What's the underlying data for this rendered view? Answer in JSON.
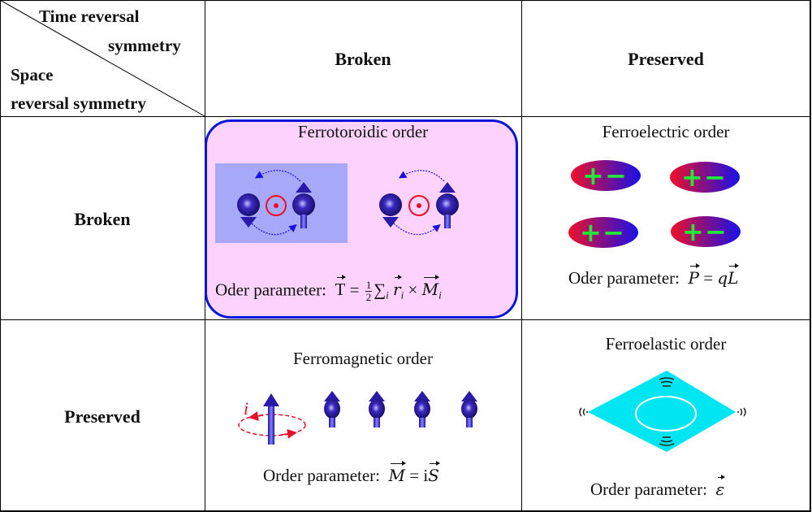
{
  "corner_header": {
    "time_line1": "Time reversal",
    "time_line2": "symmetry",
    "space_line1": "Space",
    "space_line2": "reversal symmetry"
  },
  "column_headers": [
    "Broken",
    "Preserved"
  ],
  "row_headers": [
    "Broken",
    "Preserved"
  ],
  "cells": {
    "ferrotoroidic": {
      "title": "Ferrotoroidic order",
      "op_label": "Oder parameter:",
      "op_symbol": "T",
      "op_eq": "=",
      "op_frac_num": "1",
      "op_frac_den": "2",
      "op_sum": "∑",
      "op_sum_sub": "i",
      "op_r": "r",
      "op_r_sub": "i",
      "op_times": "×",
      "op_m": "M",
      "op_m_sub": "i"
    },
    "ferroelectric": {
      "title": "Ferroelectric order",
      "op_label": "Oder parameter:",
      "op_p": "P",
      "op_eq": "=",
      "op_q": "q",
      "op_l": "L",
      "plus": "+",
      "minus": "−"
    },
    "ferromagnetic": {
      "title": "Ferromagnetic order",
      "op_label": "Order parameter:",
      "op_m": "M",
      "op_eq": "=",
      "op_i": "i",
      "op_s": "S",
      "current_label": "i"
    },
    "ferroelastic": {
      "title": "Ferroelastic order",
      "op_label": "Order parameter:",
      "op_eps": "ε"
    }
  },
  "colors": {
    "highlight_border": "#0a14d8",
    "highlight_fill": "#fdd3fd",
    "spin_blue": "#2a1aa8",
    "toroid_red": "#e8102a",
    "dipole_plus": "#e8102a",
    "dipole_minus": "#1a10e0",
    "charge_sign": "#22e63a",
    "elastic_fill": "#00e5f2",
    "panel_bg": "#a8a8f8"
  }
}
